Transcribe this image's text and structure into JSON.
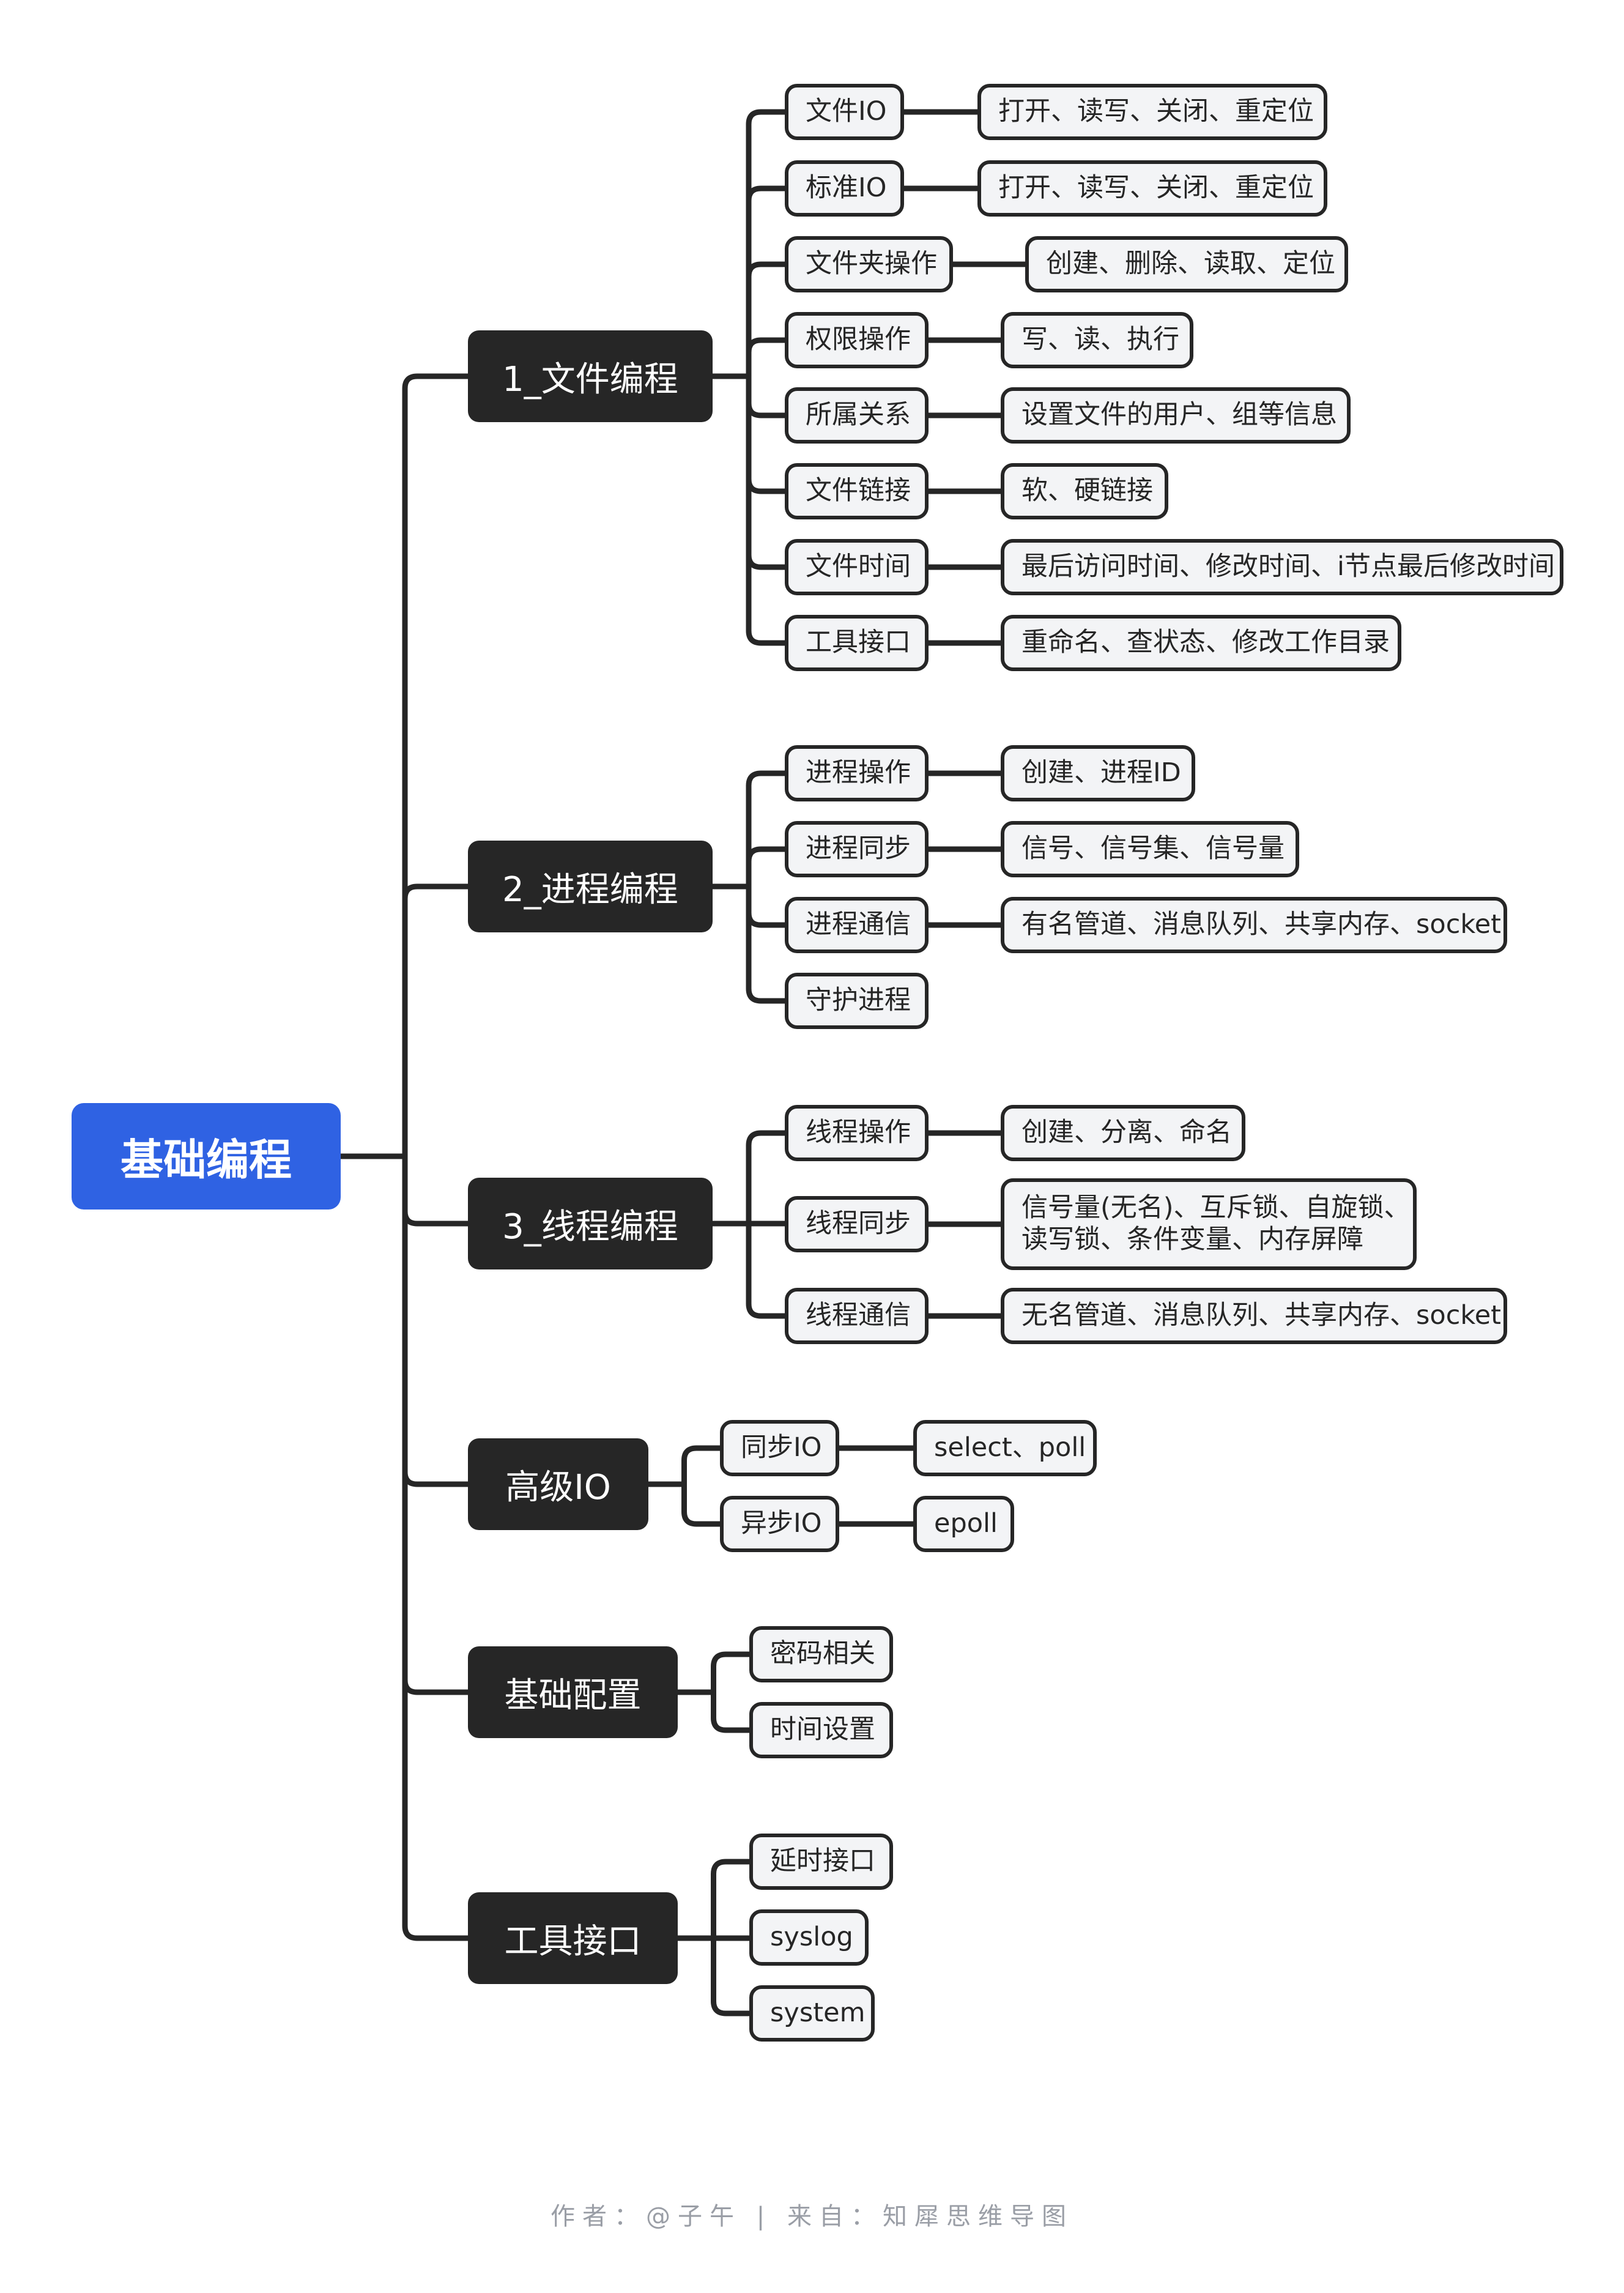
{
  "root": {
    "label": "基础编程"
  },
  "branches": [
    {
      "label": "1_文件编程",
      "children": [
        {
          "label": "文件IO",
          "detail": "打开、读写、关闭、重定位"
        },
        {
          "label": "标准IO",
          "detail": "打开、读写、关闭、重定位"
        },
        {
          "label": "文件夹操作",
          "detail": "创建、删除、读取、定位"
        },
        {
          "label": "权限操作",
          "detail": "写、读、执行"
        },
        {
          "label": "所属关系",
          "detail": "设置文件的用户、组等信息"
        },
        {
          "label": "文件链接",
          "detail": "软、硬链接"
        },
        {
          "label": "文件时间",
          "detail": "最后访问时间、修改时间、i节点最后修改时间"
        },
        {
          "label": "工具接口",
          "detail": "重命名、查状态、修改工作目录"
        }
      ]
    },
    {
      "label": "2_进程编程",
      "children": [
        {
          "label": "进程操作",
          "detail": "创建、进程ID"
        },
        {
          "label": "进程同步",
          "detail": "信号、信号集、信号量"
        },
        {
          "label": "进程通信",
          "detail": "有名管道、消息队列、共享内存、socket"
        },
        {
          "label": "守护进程"
        }
      ]
    },
    {
      "label": "3_线程编程",
      "children": [
        {
          "label": "线程操作",
          "detail": "创建、分离、命名"
        },
        {
          "label": "线程同步",
          "detail": "信号量(无名)、互斥锁、自旋锁、\n读写锁、条件变量、内存屏障"
        },
        {
          "label": "线程通信",
          "detail": "无名管道、消息队列、共享内存、socket"
        }
      ]
    },
    {
      "label": "高级IO",
      "children": [
        {
          "label": "同步IO",
          "detail": "select、poll"
        },
        {
          "label": "异步IO",
          "detail": "epoll"
        }
      ]
    },
    {
      "label": "基础配置",
      "children": [
        {
          "label": "密码相关"
        },
        {
          "label": "时间设置"
        }
      ]
    },
    {
      "label": "工具接口",
      "children": [
        {
          "label": "延时接口"
        },
        {
          "label": "syslog"
        },
        {
          "label": "system"
        }
      ]
    }
  ],
  "footer": "作者：@子午  |  来自：知犀思维导图",
  "colors": {
    "root": "#2f62e3",
    "branch": "#262626",
    "line": "#262626",
    "leaf_bg": "#f3f4f6",
    "footer": "#9a9ea6"
  }
}
